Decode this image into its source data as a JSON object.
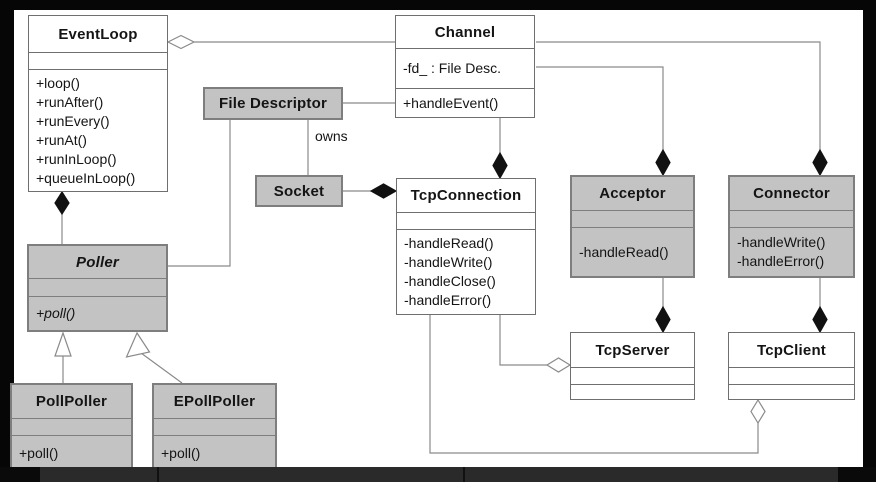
{
  "classes": {
    "eventloop": {
      "name": "EventLoop",
      "attributes": [],
      "methods": [
        "+loop()",
        "+runAfter()",
        "+runEvery()",
        "+runAt()",
        "+runInLoop()",
        "+queueInLoop()"
      ]
    },
    "channel": {
      "name": "Channel",
      "attributes": [
        "-fd_ : File Desc."
      ],
      "methods": [
        "+handleEvent()"
      ]
    },
    "file_descriptor": {
      "name": "File Descriptor"
    },
    "socket": {
      "name": "Socket"
    },
    "tcpconnection": {
      "name": "TcpConnection",
      "attributes": [],
      "methods": [
        "-handleRead()",
        "-handleWrite()",
        "-handleClose()",
        "-handleError()"
      ]
    },
    "acceptor": {
      "name": "Acceptor",
      "attributes": [],
      "methods": [
        "-handleRead()"
      ]
    },
    "connector": {
      "name": "Connector",
      "attributes": [],
      "methods": [
        "-handleWrite()",
        "-handleError()"
      ]
    },
    "poller": {
      "name": "Poller",
      "abstract": true,
      "attributes": [],
      "methods": [
        "+poll()"
      ]
    },
    "pollpoller": {
      "name": "PollPoller",
      "attributes": [],
      "methods": [
        "+poll()"
      ]
    },
    "epollpoller": {
      "name": "EPollPoller",
      "attributes": [],
      "methods": [
        "+poll()"
      ]
    },
    "tcpserver": {
      "name": "TcpServer",
      "attributes": [],
      "methods": []
    },
    "tcpclient": {
      "name": "TcpClient",
      "attributes": [],
      "methods": []
    }
  },
  "labels": {
    "owns": "owns"
  },
  "colors": {
    "gray_class_fill": "#c3c3c3",
    "white_class_fill": "#ffffff",
    "box_border": "#7e7e7e",
    "connector_line": "#8a8a8a",
    "filled_diamond": "#111111",
    "frame": "#060606"
  }
}
